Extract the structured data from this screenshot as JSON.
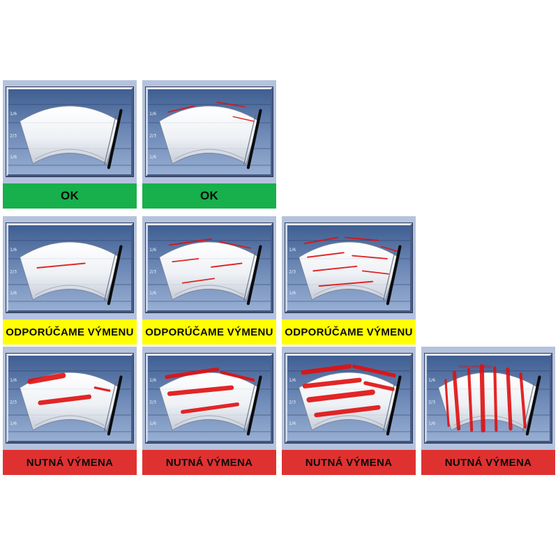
{
  "statuses": {
    "ok": {
      "label_color": "#17b04c",
      "text_color": "#0a0a0a"
    },
    "recommend": {
      "label_color": "#ffff00",
      "text_color": "#0a0a0a"
    },
    "replace": {
      "label_color": "#e03131",
      "text_color": "#0a0a0a"
    }
  },
  "streak_color": "#e01010",
  "scale_labels": [
    "1/6",
    "2/3",
    "1/6"
  ],
  "cells": [
    {
      "label": "OK",
      "status": "ok",
      "streaks": []
    },
    {
      "label": "OK",
      "status": "ok",
      "streaks": [
        [
          28,
          30,
          64,
          22,
          1.6
        ],
        [
          96,
          17,
          134,
          23,
          1.6
        ],
        [
          118,
          36,
          146,
          42,
          1.3
        ]
      ]
    },
    {
      "label": "ODPORÚČAME VÝMENU",
      "status": "recommend",
      "streaks": [
        [
          40,
          56,
          106,
          50,
          1.8
        ]
      ]
    },
    {
      "label": "ODPORÚČAME VÝMENU",
      "status": "recommend",
      "streaks": [
        [
          30,
          26,
          88,
          18,
          1.8
        ],
        [
          100,
          22,
          142,
          30,
          1.6
        ],
        [
          34,
          48,
          70,
          44,
          1.6
        ],
        [
          88,
          55,
          130,
          50,
          1.8
        ],
        [
          48,
          76,
          92,
          70,
          1.6
        ]
      ]
    },
    {
      "label": "ODPORÚČAME VÝMENU",
      "status": "recommend",
      "streaks": [
        [
          24,
          24,
          70,
          16,
          1.8
        ],
        [
          80,
          16,
          126,
          20,
          1.8
        ],
        [
          130,
          28,
          152,
          34,
          1.5
        ],
        [
          28,
          42,
          78,
          36,
          1.8
        ],
        [
          90,
          40,
          138,
          44,
          1.8
        ],
        [
          36,
          60,
          96,
          54,
          1.8
        ],
        [
          104,
          60,
          140,
          64,
          1.6
        ],
        [
          44,
          80,
          118,
          74,
          1.8
        ]
      ]
    },
    {
      "label": "NUTNÁ VÝMENA",
      "status": "replace",
      "streaks": [
        [
          30,
          34,
          76,
          26,
          7
        ],
        [
          44,
          62,
          112,
          54,
          6
        ],
        [
          120,
          42,
          140,
          46,
          3
        ]
      ]
    },
    {
      "label": "NUTNÁ VÝMENA",
      "status": "replace",
      "streaks": [
        [
          26,
          28,
          96,
          18,
          5
        ],
        [
          102,
          22,
          146,
          32,
          4
        ],
        [
          30,
          50,
          116,
          42,
          6
        ],
        [
          48,
          74,
          124,
          64,
          5
        ]
      ]
    },
    {
      "label": "NUTNÁ VÝMENA",
      "status": "replace",
      "streaks": [
        [
          22,
          22,
          86,
          14,
          6
        ],
        [
          92,
          14,
          148,
          26,
          5
        ],
        [
          24,
          40,
          100,
          32,
          6
        ],
        [
          108,
          36,
          146,
          44,
          5
        ],
        [
          30,
          58,
          118,
          48,
          7
        ],
        [
          40,
          78,
          126,
          68,
          6
        ]
      ]
    },
    {
      "label": "NUTNÁ VÝMENA",
      "status": "replace",
      "scrawl": "ratterratterratter",
      "streaks": [
        [
          26,
          32,
          30,
          92,
          3
        ],
        [
          38,
          22,
          44,
          96,
          5
        ],
        [
          58,
          18,
          62,
          98,
          4
        ],
        [
          76,
          14,
          78,
          98,
          6
        ],
        [
          94,
          16,
          96,
          98,
          4
        ],
        [
          112,
          18,
          116,
          96,
          5
        ],
        [
          130,
          24,
          136,
          94,
          4
        ]
      ]
    }
  ]
}
